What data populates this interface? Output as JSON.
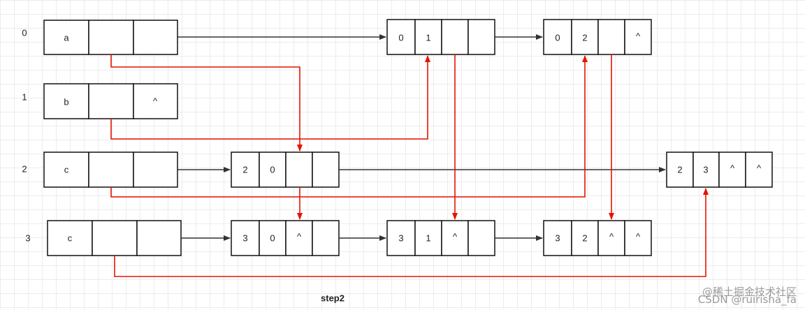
{
  "caption": "step2",
  "watermark_lines": [
    "@稀土掘金技术社区",
    "CSDN @ruirisha_fa"
  ],
  "colors": {
    "black_arrow": "#333333",
    "red_arrow": "#e51400",
    "box_border": "#111111",
    "grid": "#ececec"
  },
  "rows": [
    {
      "index": "0",
      "vertex": "a",
      "first_arc": "",
      "last": ""
    },
    {
      "index": "1",
      "vertex": "b",
      "first_arc": "",
      "last": "^"
    },
    {
      "index": "2",
      "vertex": "c",
      "first_arc": "",
      "last": ""
    },
    {
      "index": "3",
      "vertex": "c",
      "first_arc": "",
      "last": ""
    }
  ],
  "arc_nodes": [
    {
      "id": "n01",
      "tail": "0",
      "head": "1",
      "hlink": "",
      "tlink": ""
    },
    {
      "id": "n02",
      "tail": "0",
      "head": "2",
      "hlink": "",
      "tlink": "^"
    },
    {
      "id": "n20",
      "tail": "2",
      "head": "0",
      "hlink": "",
      "tlink": ""
    },
    {
      "id": "n23",
      "tail": "2",
      "head": "3",
      "hlink": "^",
      "tlink": "^"
    },
    {
      "id": "n30",
      "tail": "3",
      "head": "0",
      "hlink": "^",
      "tlink": ""
    },
    {
      "id": "n31",
      "tail": "3",
      "head": "1",
      "hlink": "^",
      "tlink": ""
    },
    {
      "id": "n32",
      "tail": "3",
      "head": "2",
      "hlink": "^",
      "tlink": "^"
    }
  ]
}
